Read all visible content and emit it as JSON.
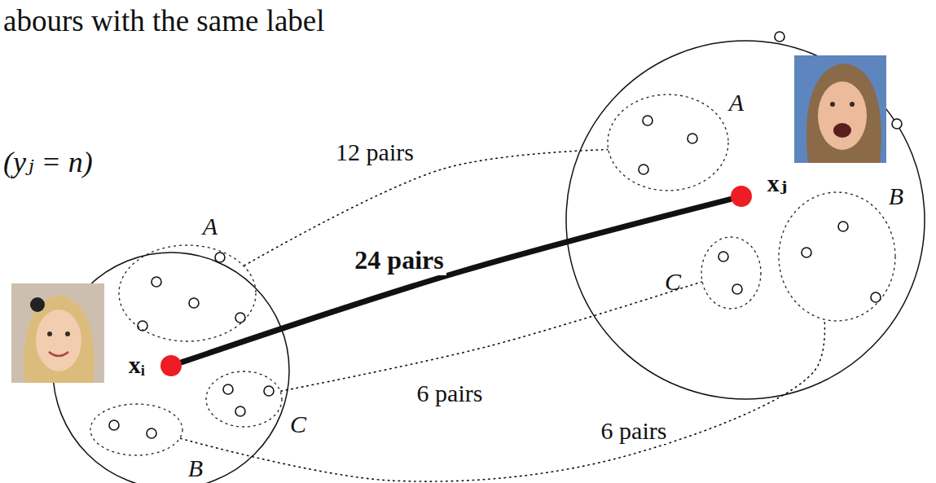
{
  "diagram": {
    "nodes": [
      {
        "text": [
          "xᵢ"
        ]
      },
      {
        "text": [
          "A"
        ]
      },
      {
        "text": [
          "B"
        ]
      },
      {
        "text": [
          "C"
        ]
      },
      {
        "text": [
          "xⱼ"
        ]
      },
      {
        "text": [
          "A"
        ]
      },
      {
        "text": [
          "B"
        ]
      },
      {
        "text": [
          "C"
        ]
      }
    ],
    "edges": [
      {
        "from": 0,
        "to": 4,
        "label": "24 pairs",
        "arrow": "none"
      },
      {
        "from": 1,
        "to": 5,
        "label": "12 pairs",
        "arrow": "none"
      },
      {
        "from": 3,
        "to": 7,
        "label": "6 pairs",
        "arrow": "none"
      },
      {
        "from": 2,
        "to": 6,
        "label": "6 pairs",
        "arrow": "none"
      }
    ],
    "labels": [
      "abours with the same label",
      "(yⱼ = n)"
    ]
  }
}
